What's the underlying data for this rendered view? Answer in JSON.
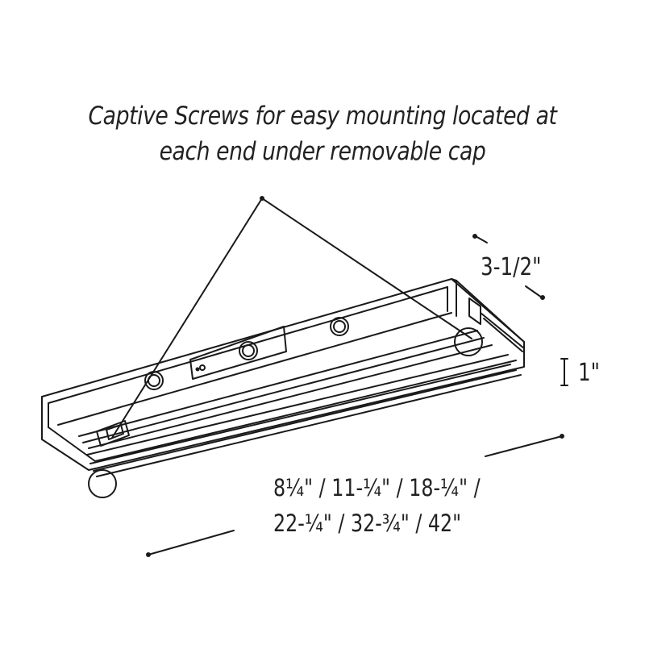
{
  "caption": {
    "line1": "Captive Screws for easy mounting located at",
    "line2": "each end under removable cap"
  },
  "dimensions": {
    "depth": "3-1/2\"",
    "height": "1\"",
    "lengths_line1": "8¼\" / 11-¼\" / 18-¼\" /",
    "lengths_line2": "22-¼\" / 32-¾\" / 42\""
  }
}
